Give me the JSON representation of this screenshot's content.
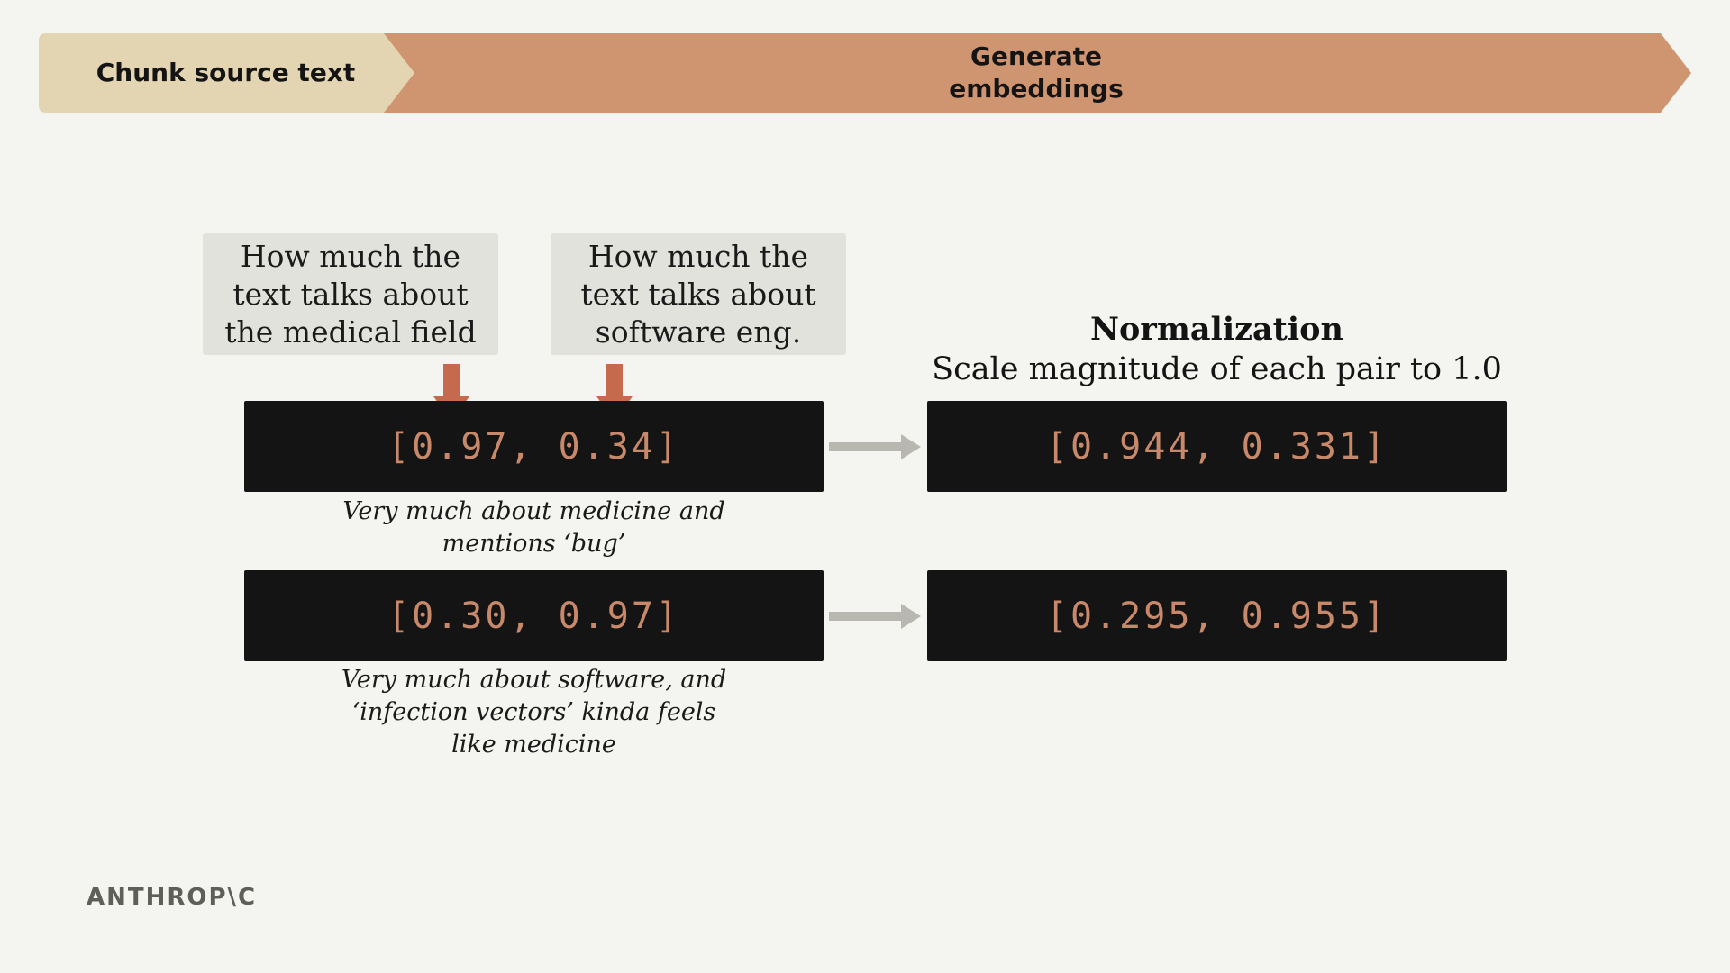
{
  "pipeline": {
    "steps": [
      {
        "label": "Chunk source text",
        "color": "#e3d5b1"
      },
      {
        "label": "Generate embeddings",
        "color": "#cf9470"
      }
    ]
  },
  "dimension_labels": [
    {
      "text": "How much the text talks about the medical field"
    },
    {
      "text": "How much the text talks about software eng."
    }
  ],
  "vectors": [
    {
      "raw": "[0.97, 0.34]",
      "caption": "Very much about medicine and mentions ‘bug’",
      "normalized": "[0.944, 0.331]"
    },
    {
      "raw": "[0.30, 0.97]",
      "caption": "Very much about software, and ‘infection vectors’ kinda feels like medicine",
      "normalized": "[0.295, 0.955]"
    }
  ],
  "normalization": {
    "title": "Normalization",
    "subtitle": "Scale magnitude of each pair to 1.0"
  },
  "logo": {
    "text": "ANTHROP\\C"
  },
  "colors": {
    "background": "#f4f5f0",
    "vector_box": "#141414",
    "vector_text": "#c8896a",
    "down_arrow": "#c56a4c",
    "right_arrow": "#b8b8b0",
    "label_box": "#e2e2dc"
  },
  "icons": {
    "down_arrow": "arrow-down-icon",
    "right_arrow": "arrow-right-icon"
  }
}
